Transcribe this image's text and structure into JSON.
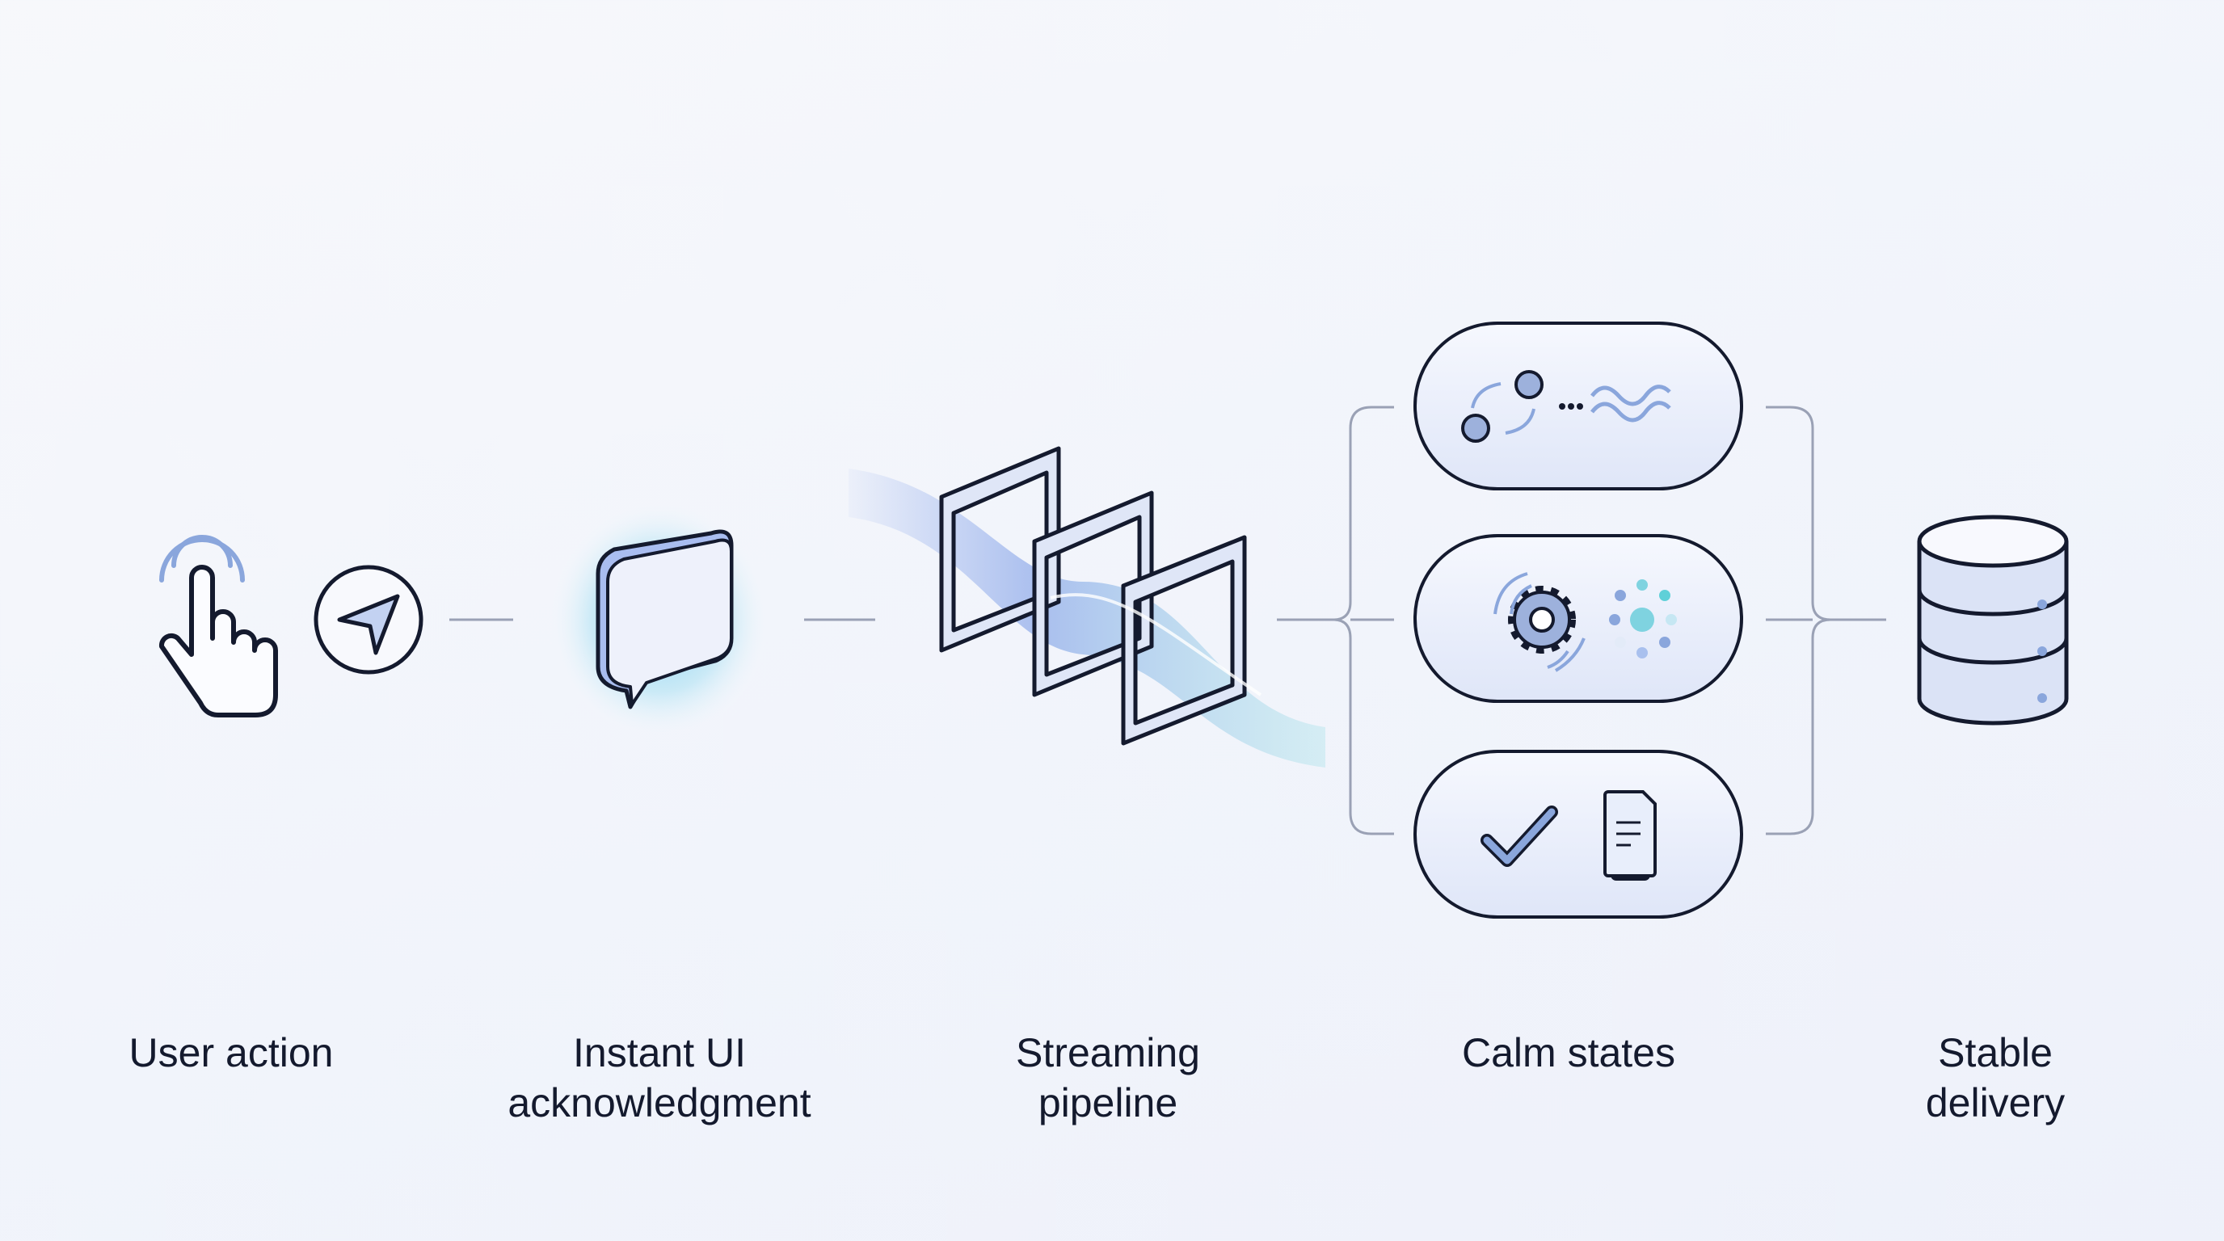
{
  "steps": [
    {
      "label_line1": "User action",
      "label_line2": ""
    },
    {
      "label_line1": "Instant UI",
      "label_line2": "acknowledgment"
    },
    {
      "label_line1": "Streaming",
      "label_line2": "pipeline"
    },
    {
      "label_line1": "Calm states",
      "label_line2": ""
    },
    {
      "label_line1": "Stable",
      "label_line2": "delivery"
    }
  ],
  "icons": [
    "tap-hand-icon",
    "send-icon",
    "chat-bubble-icon",
    "streaming-frames-icon",
    "sync-wave-icon",
    "gear-loading-icon",
    "check-document-icon",
    "database-icon"
  ],
  "colors": {
    "ink": "#141a2e",
    "accent": "#8aa6dc",
    "teal": "#7fd3e0",
    "connector": "#9aa1b5"
  }
}
